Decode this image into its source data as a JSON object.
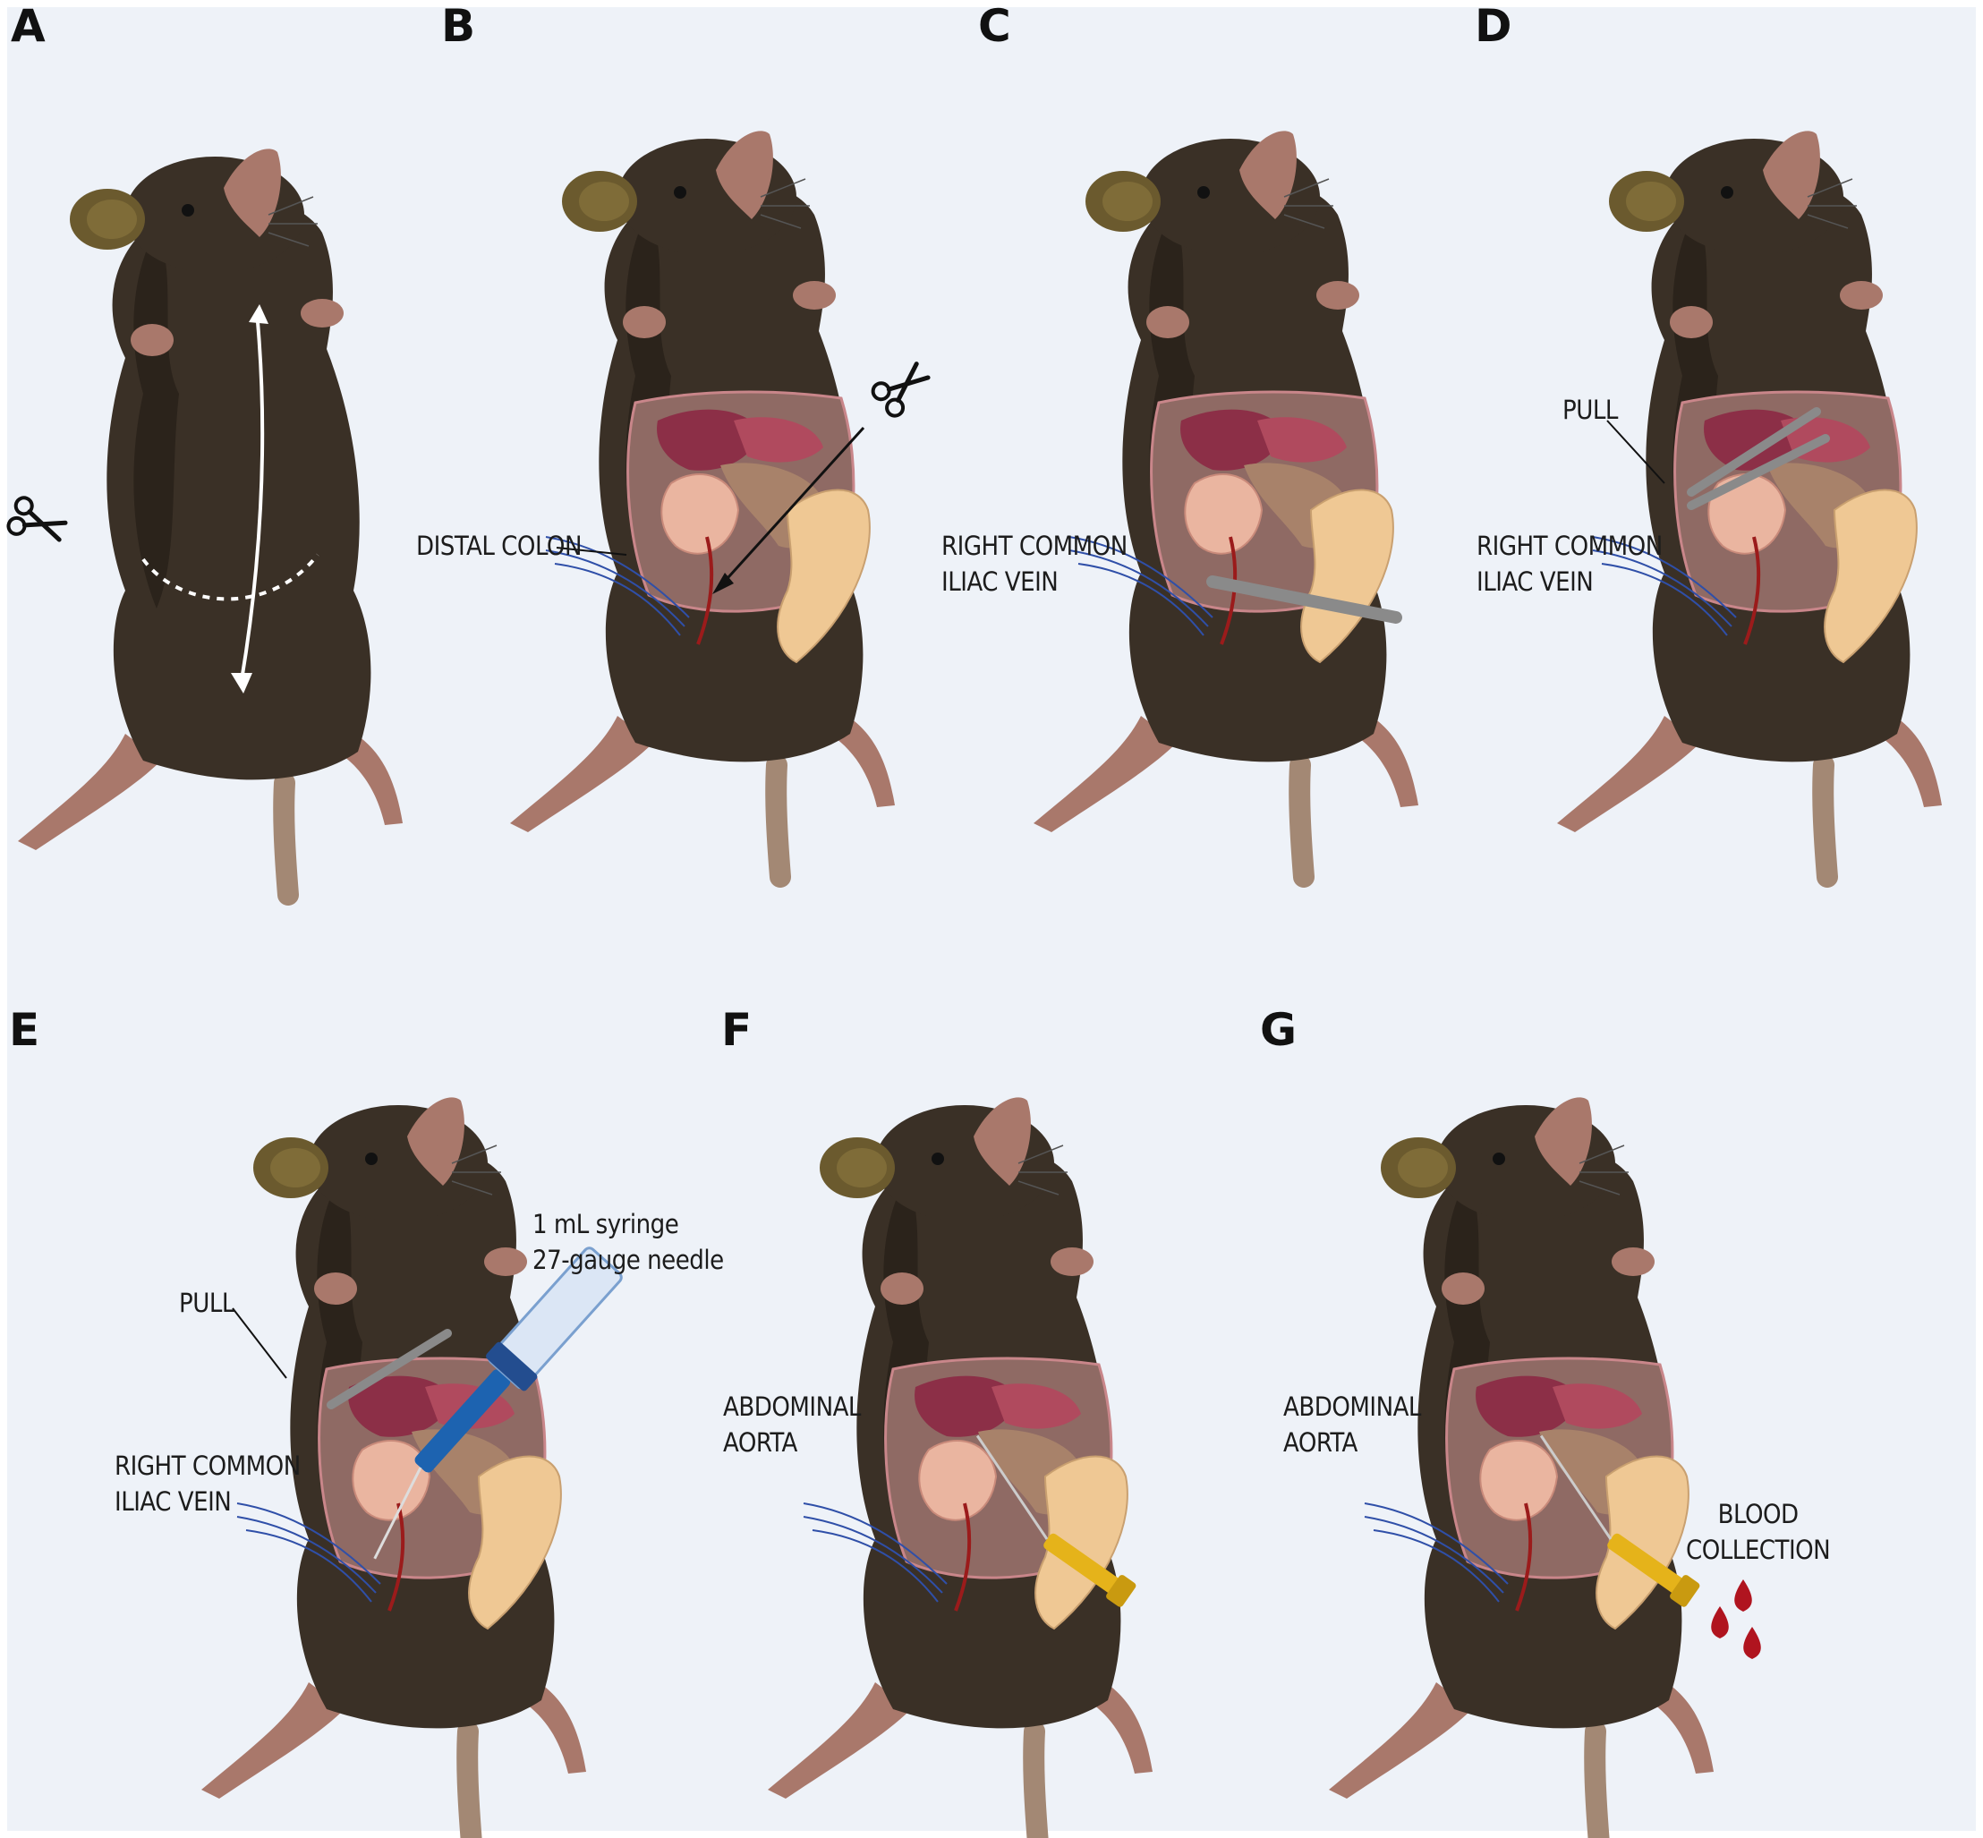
{
  "figure": {
    "background": "#eef2f8",
    "colors": {
      "fur": "#3a3026",
      "fur_shadow": "#2b231b",
      "skin": "#a9786b",
      "ear": "#6b5a2e",
      "tail": "#a38874",
      "cavity": "#8f6a64",
      "liver": "#8c2f47",
      "intestine": "#eab5a0",
      "colon": "#a8826a",
      "fat_pad": "#efc894",
      "vein": "#2f4fa8",
      "artery": "#9b1b1b",
      "syringe": "#1d63b0",
      "needle_hub": "#e5b31a",
      "blood": "#b0141f"
    }
  },
  "panels": [
    {
      "letter": "A",
      "icon": "scissors-icon"
    },
    {
      "letter": "B",
      "icon": "scissors-icon",
      "labels": [
        [
          "DISTAL COLON"
        ]
      ]
    },
    {
      "letter": "C",
      "labels": [
        [
          "RIGHT COMMON",
          "ILIAC VEIN"
        ]
      ]
    },
    {
      "letter": "D",
      "labels": [
        [
          "PULL"
        ],
        [
          "RIGHT COMMON",
          "ILIAC VEIN"
        ]
      ]
    },
    {
      "letter": "E",
      "labels": [
        [
          "1 mL syringe",
          "27-gauge needle"
        ],
        [
          "PULL"
        ],
        [
          "RIGHT COMMON",
          "ILIAC VEIN"
        ]
      ]
    },
    {
      "letter": "F",
      "labels": [
        [
          "ABDOMINAL",
          "AORTA"
        ]
      ]
    },
    {
      "letter": "G",
      "labels": [
        [
          "ABDOMINAL",
          "AORTA"
        ],
        [
          "BLOOD",
          "COLLECTION"
        ]
      ],
      "icon": "blood-drop-icon"
    }
  ]
}
